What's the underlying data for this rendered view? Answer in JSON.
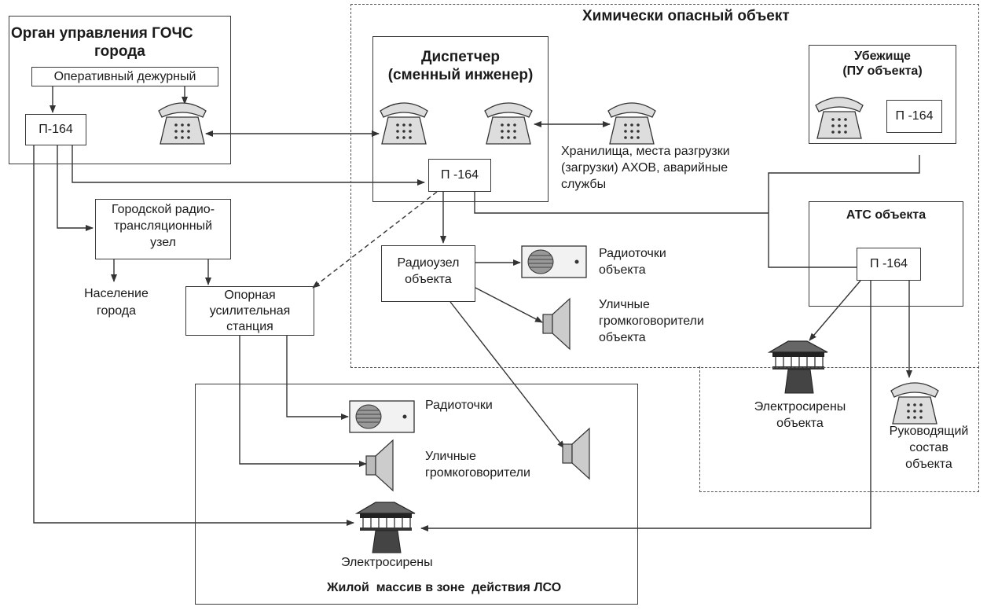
{
  "diagram": {
    "chem_object_title": "Химически опасный объект",
    "gochs_title_1": "Орган управления ГОЧС",
    "gochs_title_2": "города",
    "duty_officer": "Оперативный дежурный",
    "p164": "П-164",
    "p164_spaced": "П -164",
    "dispatcher_1": "Диспетчер",
    "dispatcher_2": "(сменный инженер)",
    "shelter_1": "Убежище",
    "shelter_2": "(ПУ объекта)",
    "storage_1": "Хранилища, места разгрузки",
    "storage_2": "(загрузки) АХОВ, аварийные",
    "storage_3": "службы",
    "city_radio_1": "Городской радио-",
    "city_radio_2": "трансляционный",
    "city_radio_3": "узел",
    "ats": "АТС объекта",
    "obj_radio_1": "Радиоузел",
    "obj_radio_2": "объекта",
    "obj_radiopoints_1": "Радиоточки",
    "obj_radiopoints_2": "объекта",
    "population_1": "Население",
    "population_2": "города",
    "amp_1": "Опорная",
    "amp_2": "усилительная",
    "amp_3": "станция",
    "obj_speakers_1": "Уличные",
    "obj_speakers_2": "громкоговорители",
    "obj_speakers_3": "объекта",
    "obj_sirens_1": "Электросирены",
    "obj_sirens_2": "объекта",
    "management_1": "Руководящий",
    "management_2": "состав",
    "management_3": "объекта",
    "radiopoints": "Радиоточки",
    "speakers_1": "Уличные",
    "speakers_2": "громкоговорители",
    "sirens": "Электросирены",
    "residential": "Жилой  массив в зоне  действия ЛСО"
  }
}
